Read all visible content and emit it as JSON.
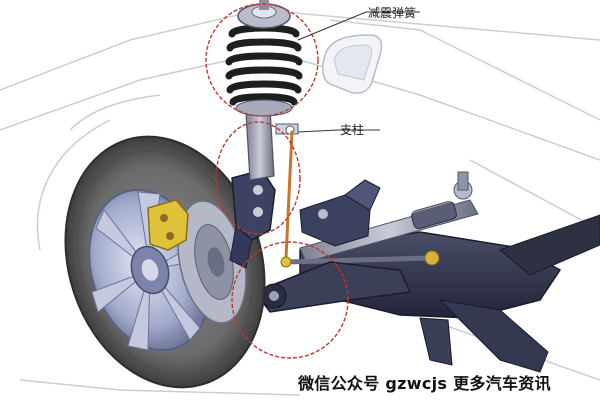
{
  "diagram": {
    "labels": {
      "spring": "减震弹簧",
      "strut": "支柱"
    },
    "watermark": "微信公众号 gzwcjs 更多汽车资讯",
    "colors": {
      "highlight_circle": "#c0392b",
      "tire": "#5a5a5a",
      "rim": "#9ea6c8",
      "spring": "#1f1f1f",
      "body_outline": "#c9ced6",
      "hardware": "#e0c23a",
      "subframe": "#2e3142"
    }
  }
}
